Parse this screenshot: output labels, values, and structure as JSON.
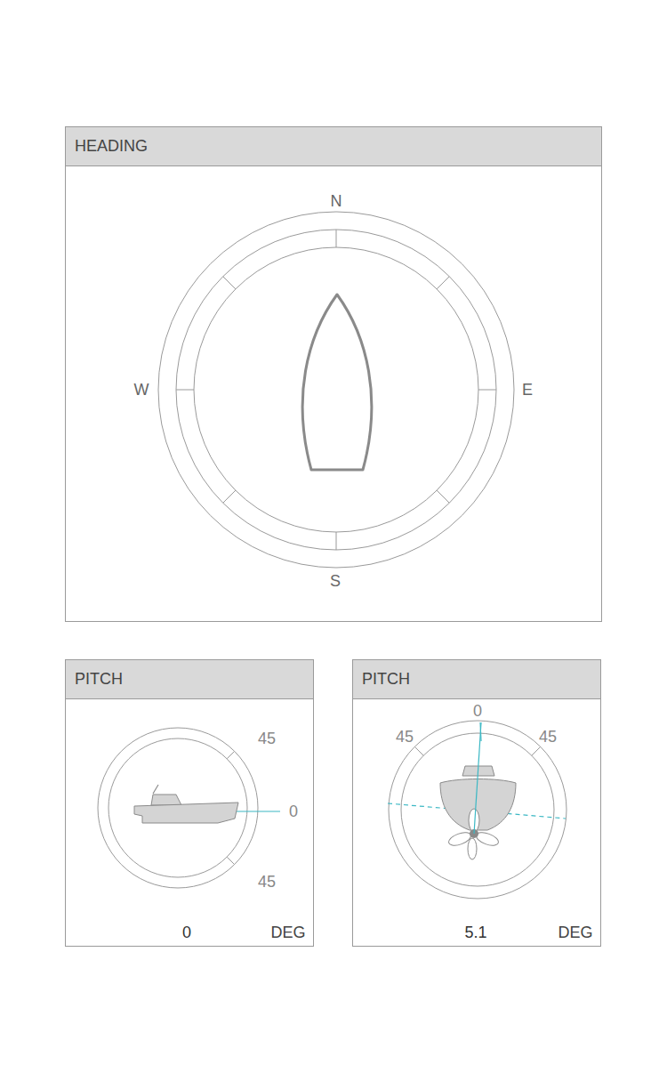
{
  "diagram": {
    "nodes": [
      {
        "text": [
          "HEADING"
        ]
      },
      {
        "text": [
          "PITCH"
        ]
      },
      {
        "text": [
          "PITCH"
        ]
      }
    ],
    "labels": [
      "N",
      "W",
      "E",
      "S",
      "45",
      "0",
      "45",
      "0",
      "DEG",
      "0",
      "45",
      "45",
      "5.1",
      "DEG"
    ]
  }
}
